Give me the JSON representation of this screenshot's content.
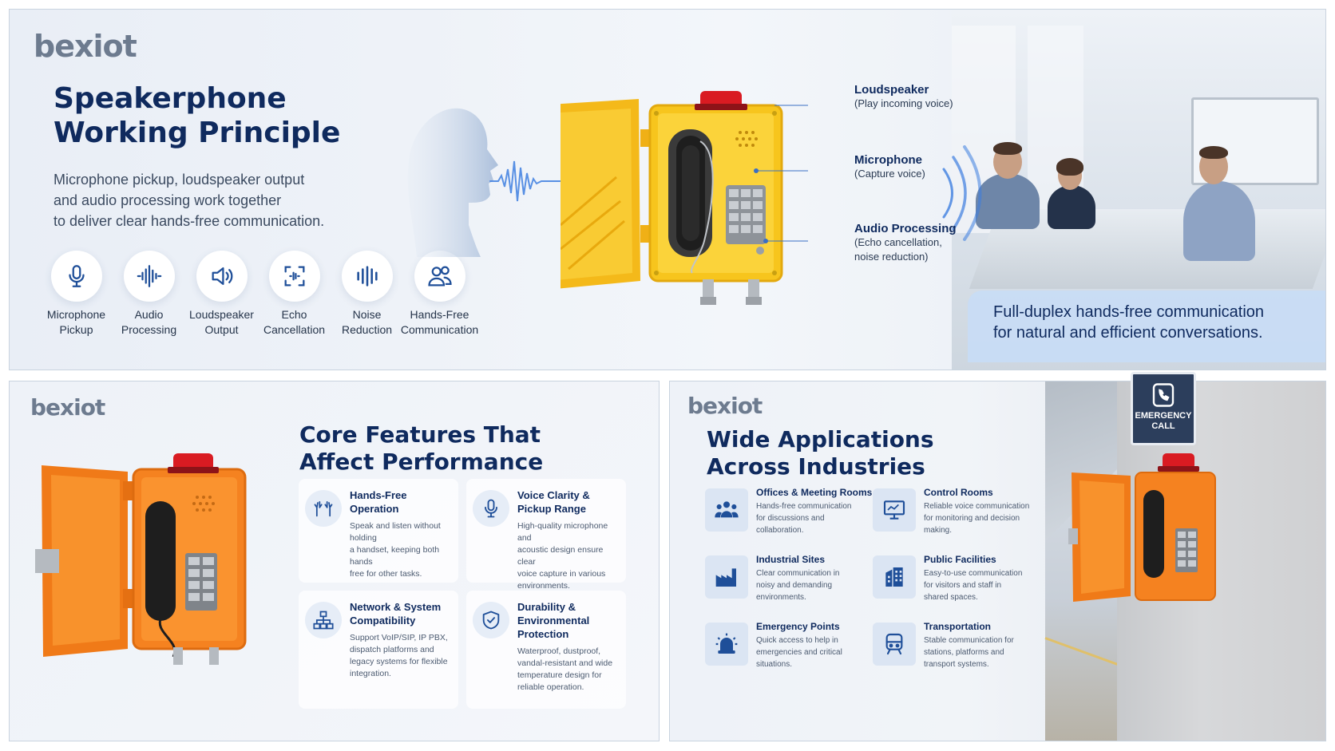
{
  "colors": {
    "navy": "#0f2a5e",
    "accent_blue": "#2f6fd6",
    "yellow_phone": "#f7c51d",
    "orange_phone": "#f58220",
    "beacon_red": "#d91b22"
  },
  "panel1": {
    "logo": "bexiot",
    "title": [
      "Speakerphone",
      "Working Principle"
    ],
    "subtitle": [
      "Microphone pickup, loudspeaker output",
      "and audio processing work together",
      "to deliver clear hands-free communication."
    ],
    "steps": [
      {
        "icon": "microphone-icon",
        "label": [
          "Microphone",
          "Pickup"
        ]
      },
      {
        "icon": "audio-wave-icon",
        "label": [
          "Audio",
          "Processing"
        ]
      },
      {
        "icon": "speaker-icon",
        "label": [
          "Loudspeaker",
          "Output"
        ]
      },
      {
        "icon": "echo-icon",
        "label": [
          "Echo",
          "Cancellation"
        ]
      },
      {
        "icon": "noise-bars-icon",
        "label": [
          "Noise",
          "Reduction"
        ]
      },
      {
        "icon": "people-icon",
        "label": [
          "Hands-Free",
          "Communication"
        ]
      }
    ],
    "callouts": [
      {
        "name": "Loudspeaker",
        "desc": [
          "(Play incoming voice)"
        ]
      },
      {
        "name": "Microphone",
        "desc": [
          "(Capture voice)"
        ]
      },
      {
        "name": "Audio Processing",
        "desc": [
          "(Echo cancellation,",
          "noise reduction)"
        ]
      }
    ],
    "banner": [
      "Full-duplex hands-free communication",
      "for natural and efficient conversations."
    ]
  },
  "panel2": {
    "logo": "bexiot",
    "title": [
      "Core Features That",
      "Affect Performance"
    ],
    "features": [
      {
        "icon": "hands-icon",
        "title": [
          "Hands-Free Operation"
        ],
        "desc": [
          "Speak and listen without holding",
          "a handset, keeping both hands",
          "free for other tasks."
        ]
      },
      {
        "icon": "microphone-icon",
        "title": [
          "Voice Clarity &",
          "Pickup Range"
        ],
        "desc": [
          "High-quality microphone and",
          "acoustic design ensure clear",
          "voice capture in various",
          "environments."
        ]
      },
      {
        "icon": "network-icon",
        "title": [
          "Network & System",
          "Compatibility"
        ],
        "desc": [
          "Support VoIP/SIP, IP PBX,",
          "dispatch platforms and",
          "legacy systems for flexible",
          "integration."
        ]
      },
      {
        "icon": "shield-check-icon",
        "title": [
          "Durability &",
          "Environmental",
          "Protection"
        ],
        "desc": [
          "Waterproof, dustproof,",
          "vandal-resistant and wide",
          "temperature design for",
          "reliable operation."
        ]
      }
    ]
  },
  "panel3": {
    "logo": "bexiot",
    "title": [
      "Wide Applications",
      "Across Industries"
    ],
    "applications": [
      {
        "icon": "team-icon",
        "title": "Offices & Meeting Rooms",
        "desc": [
          "Hands-free communication",
          "for discussions and",
          "collaboration."
        ]
      },
      {
        "icon": "monitor-icon",
        "title": "Control Rooms",
        "desc": [
          "Reliable voice communication",
          "for monitoring and decision",
          "making."
        ]
      },
      {
        "icon": "factory-icon",
        "title": "Industrial Sites",
        "desc": [
          "Clear communication in",
          "noisy and demanding",
          "environments."
        ]
      },
      {
        "icon": "building-icon",
        "title": "Public Facilities",
        "desc": [
          "Easy-to-use communication",
          "for visitors and staff in",
          "shared spaces."
        ]
      },
      {
        "icon": "alarm-light-icon",
        "title": "Emergency Points",
        "desc": [
          "Quick access to help in",
          "emergencies and critical",
          "situations."
        ]
      },
      {
        "icon": "train-icon",
        "title": "Transportation",
        "desc": [
          "Stable communication for",
          "stations, platforms and",
          "transport systems."
        ]
      }
    ],
    "sign": [
      "EMERGENCY",
      "CALL"
    ]
  }
}
